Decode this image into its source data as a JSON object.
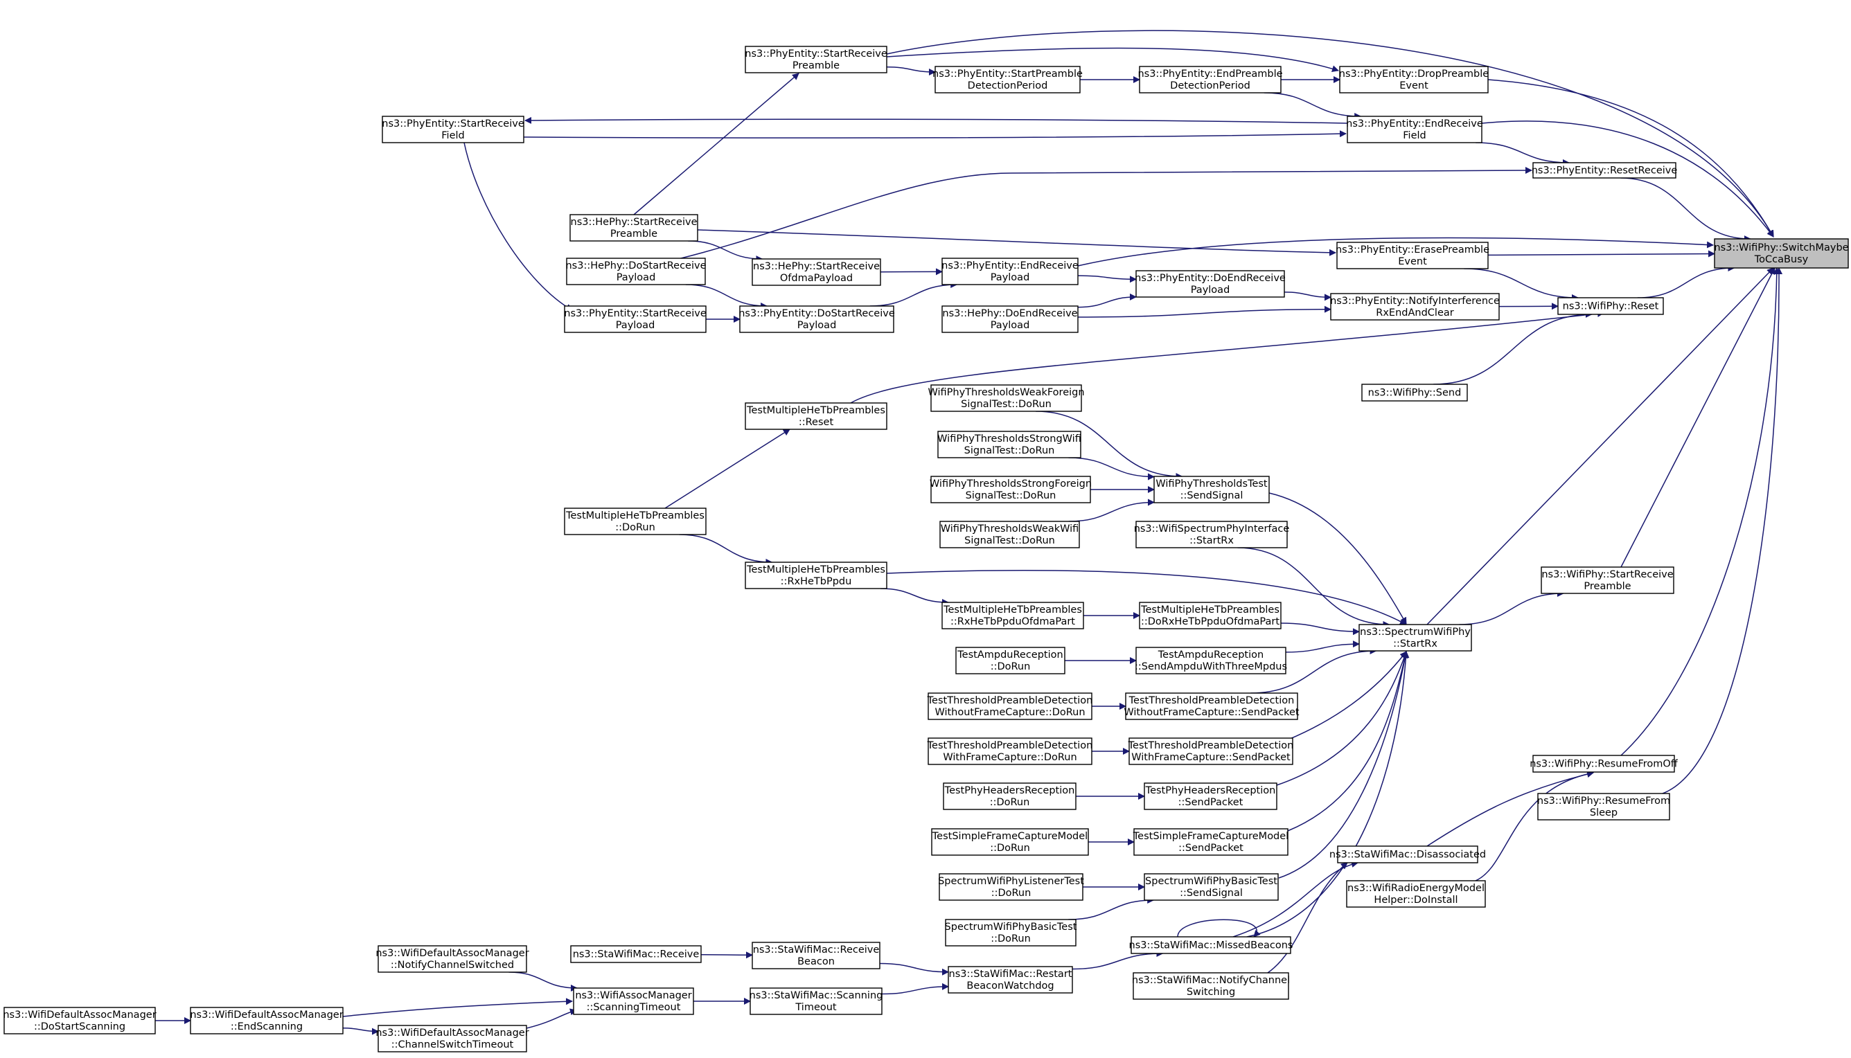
{
  "diagram": {
    "type": "doxygen-caller-graph",
    "colors": {
      "edge": "#191970",
      "node_fill": "#ffffff",
      "root_fill": "#bfbfbf",
      "node_border": "#000000"
    },
    "nodes": [
      {
        "id": "root",
        "lines": [
          "ns3::WifiPhy::SwitchMaybe",
          "ToCcaBusy"
        ]
      },
      {
        "id": "pe_srp",
        "lines": [
          "ns3::PhyEntity::StartReceive",
          "Preamble"
        ]
      },
      {
        "id": "pe_spdp",
        "lines": [
          "ns3::PhyEntity::StartPreamble",
          "DetectionPeriod"
        ]
      },
      {
        "id": "pe_epdp",
        "lines": [
          "ns3::PhyEntity::EndPreamble",
          "DetectionPeriod"
        ]
      },
      {
        "id": "pe_dpe",
        "lines": [
          "ns3::PhyEntity::DropPreamble",
          "Event"
        ]
      },
      {
        "id": "pe_srf",
        "lines": [
          "ns3::PhyEntity::StartReceive",
          "Field"
        ]
      },
      {
        "id": "pe_erf",
        "lines": [
          "ns3::PhyEntity::EndReceive",
          "Field"
        ]
      },
      {
        "id": "pe_rr",
        "lines": [
          "ns3::PhyEntity::ResetReceive"
        ]
      },
      {
        "id": "he_srp",
        "lines": [
          "ns3::HePhy::StartReceive",
          "Preamble"
        ]
      },
      {
        "id": "pe_epe",
        "lines": [
          "ns3::PhyEntity::ErasePreamble",
          "Event"
        ]
      },
      {
        "id": "he_dsrp",
        "lines": [
          "ns3::HePhy::DoStartReceive",
          "Payload"
        ]
      },
      {
        "id": "he_srop",
        "lines": [
          "ns3::HePhy::StartReceive",
          "OfdmaPayload"
        ]
      },
      {
        "id": "pe_erp",
        "lines": [
          "ns3::PhyEntity::EndReceive",
          "Payload"
        ]
      },
      {
        "id": "pe_derp",
        "lines": [
          "ns3::PhyEntity::DoEndReceive",
          "Payload"
        ]
      },
      {
        "id": "pe_srpl",
        "lines": [
          "ns3::PhyEntity::StartReceive",
          "Payload"
        ]
      },
      {
        "id": "pe_dsrp",
        "lines": [
          "ns3::PhyEntity::DoStartReceive",
          "Payload"
        ]
      },
      {
        "id": "he_derp",
        "lines": [
          "ns3::HePhy::DoEndReceive",
          "Payload"
        ]
      },
      {
        "id": "pe_nie",
        "lines": [
          "ns3::PhyEntity::NotifyInterference",
          "RxEndAndClear"
        ]
      },
      {
        "id": "wp_reset",
        "lines": [
          "ns3::WifiPhy::Reset"
        ]
      },
      {
        "id": "wp_send",
        "lines": [
          "ns3::WifiPhy::Send"
        ]
      },
      {
        "id": "tm_reset",
        "lines": [
          "TestMultipleHeTbPreambles",
          "::Reset"
        ]
      },
      {
        "id": "wt_wfs",
        "lines": [
          "WifiPhyThresholdsWeakForeign",
          "SignalTest::DoRun"
        ]
      },
      {
        "id": "wt_sws",
        "lines": [
          "WifiPhyThresholdsStrongWifi",
          "SignalTest::DoRun"
        ]
      },
      {
        "id": "wt_sfs",
        "lines": [
          "WifiPhyThresholdsStrongForeign",
          "SignalTest::DoRun"
        ]
      },
      {
        "id": "wt_wws",
        "lines": [
          "WifiPhyThresholdsWeakWifi",
          "SignalTest::DoRun"
        ]
      },
      {
        "id": "wt_send",
        "lines": [
          "WifiPhyThresholdsTest",
          "::SendSignal"
        ]
      },
      {
        "id": "tm_dorun",
        "lines": [
          "TestMultipleHeTbPreambles",
          "::DoRun"
        ]
      },
      {
        "id": "wsi_srx",
        "lines": [
          "ns3::WifiSpectrumPhyInterface",
          "::StartRx"
        ]
      },
      {
        "id": "tm_rx",
        "lines": [
          "TestMultipleHeTbPreambles",
          "::RxHeTbPpdu"
        ]
      },
      {
        "id": "tm_rxo",
        "lines": [
          "TestMultipleHeTbPreambles",
          "::RxHeTbPpduOfdmaPart"
        ]
      },
      {
        "id": "tm_drxo",
        "lines": [
          "TestMultipleHeTbPreambles",
          "::DoRxHeTbPpduOfdmaPart"
        ]
      },
      {
        "id": "swp_srx",
        "lines": [
          "ns3::SpectrumWifiPhy",
          "::StartRx"
        ]
      },
      {
        "id": "wp_srp",
        "lines": [
          "ns3::WifiPhy::StartReceive",
          "Preamble"
        ]
      },
      {
        "id": "ta_dorun",
        "lines": [
          "TestAmpduReception",
          "::DoRun"
        ]
      },
      {
        "id": "ta_send",
        "lines": [
          "TestAmpduReception",
          "::SendAmpduWithThreeMpdus"
        ]
      },
      {
        "id": "tt_wo_dorun",
        "lines": [
          "TestThresholdPreambleDetection",
          "WithoutFrameCapture::DoRun"
        ]
      },
      {
        "id": "tt_wo_send",
        "lines": [
          "TestThresholdPreambleDetection",
          "WithoutFrameCapture::SendPacket"
        ]
      },
      {
        "id": "tt_w_dorun",
        "lines": [
          "TestThresholdPreambleDetection",
          "WithFrameCapture::DoRun"
        ]
      },
      {
        "id": "tt_w_send",
        "lines": [
          "TestThresholdPreambleDetection",
          "WithFrameCapture::SendPacket"
        ]
      },
      {
        "id": "wp_rfo",
        "lines": [
          "ns3::WifiPhy::ResumeFromOff"
        ]
      },
      {
        "id": "tph_dorun",
        "lines": [
          "TestPhyHeadersReception",
          "::DoRun"
        ]
      },
      {
        "id": "tph_send",
        "lines": [
          "TestPhyHeadersReception",
          "::SendPacket"
        ]
      },
      {
        "id": "wp_rfs",
        "lines": [
          "ns3::WifiPhy::ResumeFrom",
          "Sleep"
        ]
      },
      {
        "id": "tsf_dorun",
        "lines": [
          "TestSimpleFrameCaptureModel",
          "::DoRun"
        ]
      },
      {
        "id": "tsf_send",
        "lines": [
          "TestSimpleFrameCaptureModel",
          "::SendPacket"
        ]
      },
      {
        "id": "sm_dis",
        "lines": [
          "ns3::StaWifiMac::Disassociated"
        ]
      },
      {
        "id": "sl_dorun",
        "lines": [
          "SpectrumWifiPhyListenerTest",
          "::DoRun"
        ]
      },
      {
        "id": "sb_send",
        "lines": [
          "SpectrumWifiPhyBasicTest",
          "::SendSignal"
        ]
      },
      {
        "id": "wre_inst",
        "lines": [
          "ns3::WifiRadioEnergyModel",
          "Helper::DoInstall"
        ]
      },
      {
        "id": "sb_dorun",
        "lines": [
          "SpectrumWifiPhyBasicTest",
          "::DoRun"
        ]
      },
      {
        "id": "wdam_ncs",
        "lines": [
          "ns3::WifiDefaultAssocManager",
          "::NotifyChannelSwitched"
        ]
      },
      {
        "id": "sm_recv",
        "lines": [
          "ns3::StaWifiMac::Receive"
        ]
      },
      {
        "id": "sm_rb",
        "lines": [
          "ns3::StaWifiMac::Receive",
          "Beacon"
        ]
      },
      {
        "id": "sm_mb",
        "lines": [
          "ns3::StaWifiMac::MissedBeacons"
        ]
      },
      {
        "id": "sm_rbw",
        "lines": [
          "ns3::StaWifiMac::Restart",
          "BeaconWatchdog"
        ]
      },
      {
        "id": "sm_ncs",
        "lines": [
          "ns3::StaWifiMac::NotifyChannel",
          "Switching"
        ]
      },
      {
        "id": "wam_st",
        "lines": [
          "ns3::WifiAssocManager",
          "::ScanningTimeout"
        ]
      },
      {
        "id": "sm_st",
        "lines": [
          "ns3::StaWifiMac::Scanning",
          "Timeout"
        ]
      },
      {
        "id": "wdam_dss",
        "lines": [
          "ns3::WifiDefaultAssocManager",
          "::DoStartScanning"
        ]
      },
      {
        "id": "wdam_es",
        "lines": [
          "ns3::WifiDefaultAssocManager",
          "::EndScanning"
        ]
      },
      {
        "id": "wdam_cst",
        "lines": [
          "ns3::WifiDefaultAssocManager",
          "::ChannelSwitchTimeout"
        ]
      }
    ],
    "edges": [
      [
        "pe_srp",
        "root"
      ],
      [
        "pe_srp",
        "pe_dpe"
      ],
      [
        "pe_srp",
        "pe_spdp"
      ],
      [
        "pe_spdp",
        "pe_epdp"
      ],
      [
        "pe_epdp",
        "pe_dpe"
      ],
      [
        "pe_epdp",
        "pe_erf"
      ],
      [
        "pe_dpe",
        "root"
      ],
      [
        "pe_erf",
        "pe_srf"
      ],
      [
        "pe_srf",
        "pe_erf"
      ],
      [
        "pe_erf",
        "root"
      ],
      [
        "pe_erf",
        "pe_rr"
      ],
      [
        "pe_rr",
        "root"
      ],
      [
        "he_dsrp",
        "pe_rr"
      ],
      [
        "he_srp",
        "pe_srp"
      ],
      [
        "he_srp",
        "pe_epe"
      ],
      [
        "he_srp",
        "he_srop"
      ],
      [
        "pe_epe",
        "root"
      ],
      [
        "pe_epe",
        "wp_reset"
      ],
      [
        "pe_srf",
        "pe_srpl"
      ],
      [
        "pe_srpl",
        "pe_dsrp"
      ],
      [
        "he_dsrp",
        "pe_dsrp"
      ],
      [
        "he_srop",
        "pe_erp"
      ],
      [
        "pe_dsrp",
        "pe_erp"
      ],
      [
        "pe_erp",
        "root"
      ],
      [
        "pe_erp",
        "pe_derp"
      ],
      [
        "he_derp",
        "pe_derp"
      ],
      [
        "he_derp",
        "pe_nie"
      ],
      [
        "pe_derp",
        "pe_nie"
      ],
      [
        "pe_nie",
        "wp_reset"
      ],
      [
        "wp_reset",
        "root"
      ],
      [
        "tm_reset",
        "wp_reset"
      ],
      [
        "wp_send",
        "wp_reset"
      ],
      [
        "tm_dorun",
        "tm_reset"
      ],
      [
        "tm_dorun",
        "tm_rx"
      ],
      [
        "wt_wfs",
        "wt_send"
      ],
      [
        "wt_sws",
        "wt_send"
      ],
      [
        "wt_sfs",
        "wt_send"
      ],
      [
        "wt_wws",
        "wt_send"
      ],
      [
        "wt_send",
        "swp_srx"
      ],
      [
        "wsi_srx",
        "swp_srx"
      ],
      [
        "tm_rx",
        "swp_srx"
      ],
      [
        "tm_rx",
        "tm_rxo"
      ],
      [
        "tm_rxo",
        "tm_drxo"
      ],
      [
        "tm_drxo",
        "swp_srx"
      ],
      [
        "ta_dorun",
        "ta_send"
      ],
      [
        "ta_send",
        "swp_srx"
      ],
      [
        "tt_wo_dorun",
        "tt_wo_send"
      ],
      [
        "tt_wo_send",
        "swp_srx"
      ],
      [
        "tt_w_dorun",
        "tt_w_send"
      ],
      [
        "tt_w_send",
        "swp_srx"
      ],
      [
        "tph_dorun",
        "tph_send"
      ],
      [
        "tph_send",
        "swp_srx"
      ],
      [
        "tsf_dorun",
        "tsf_send"
      ],
      [
        "tsf_send",
        "swp_srx"
      ],
      [
        "sl_dorun",
        "sb_send"
      ],
      [
        "sb_dorun",
        "sb_send"
      ],
      [
        "sb_send",
        "swp_srx"
      ],
      [
        "swp_srx",
        "root"
      ],
      [
        "swp_srx",
        "wp_srp"
      ],
      [
        "wp_srp",
        "root"
      ],
      [
        "wp_rfo",
        "root"
      ],
      [
        "wp_rfs",
        "root"
      ],
      [
        "sm_dis",
        "wp_rfo"
      ],
      [
        "wre_inst",
        "wp_rfo"
      ],
      [
        "sm_mb",
        "swp_srx"
      ],
      [
        "sm_mb",
        "sm_dis"
      ],
      [
        "sm_mb",
        "sm_mb"
      ],
      [
        "sm_ncs",
        "sm_dis"
      ],
      [
        "sm_rbw",
        "sm_mb"
      ],
      [
        "sm_recv",
        "sm_rb"
      ],
      [
        "sm_rb",
        "sm_rbw"
      ],
      [
        "sm_st",
        "sm_rbw"
      ],
      [
        "wam_st",
        "sm_st"
      ],
      [
        "wdam_ncs",
        "wam_st"
      ],
      [
        "wdam_es",
        "wam_st"
      ],
      [
        "wdam_cst",
        "wam_st"
      ],
      [
        "wdam_dss",
        "wdam_es"
      ],
      [
        "wdam_es",
        "wdam_cst"
      ]
    ]
  }
}
